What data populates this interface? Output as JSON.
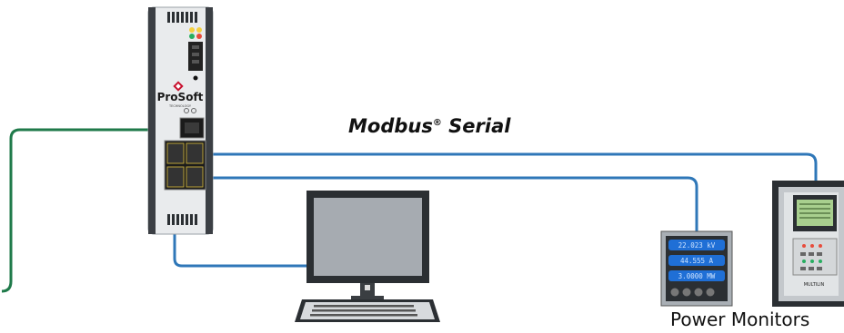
{
  "diagram": {
    "protocol_label": "Modbus",
    "protocol_reg_mark": "®",
    "protocol_suffix": "Serial",
    "devices_label": "Power Monitors",
    "gateway_brand": "ProSoft",
    "gateway_brand_sub": "TECHNOLOGY",
    "meter": {
      "readings": [
        "22.023 kV",
        "44.555 A",
        "3.0000 MW"
      ]
    },
    "relay_brand": "MULTILIN",
    "colors": {
      "serial_cable": "#2f77b8",
      "ethernet_cable": "#1f7a4a",
      "brand_red": "#c8102e",
      "meter_display": "#1f6fd6"
    }
  }
}
